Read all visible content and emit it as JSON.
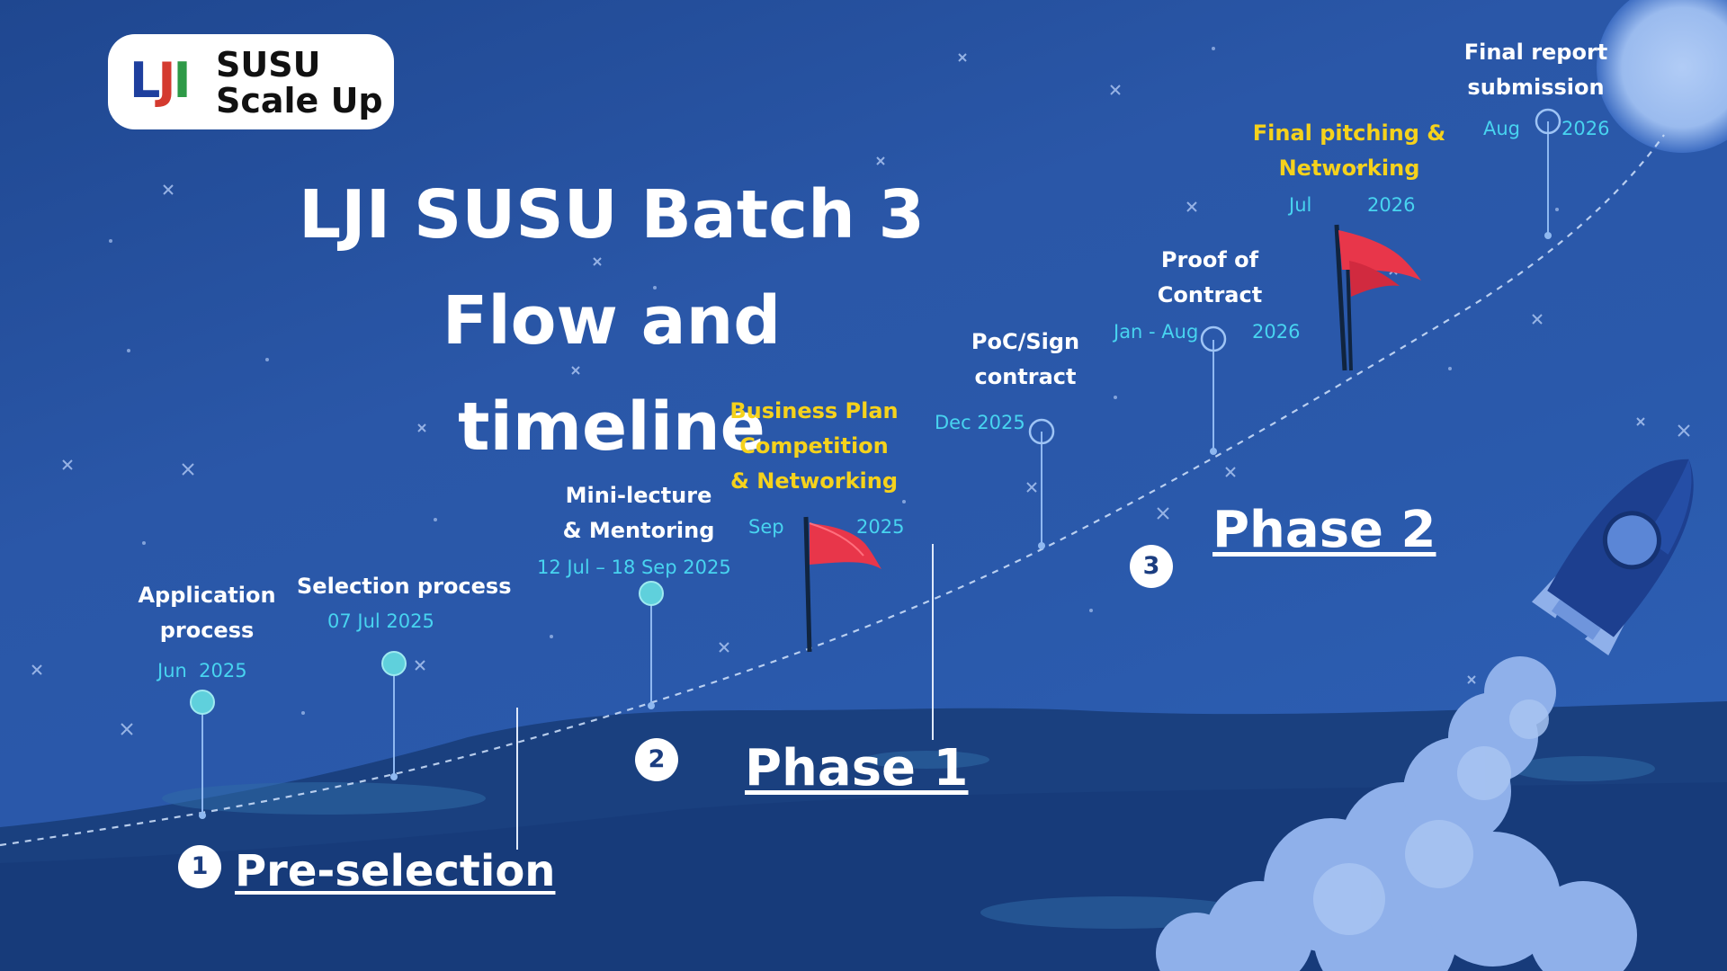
{
  "logo": {
    "mark_parts": [
      "L",
      "J",
      "I"
    ],
    "text_line1": "SUSU",
    "text_line2": "Scale Up"
  },
  "title": {
    "line1": "LJI SUSU Batch 3",
    "line2": "Flow and timeline"
  },
  "phases": [
    {
      "number": "1",
      "label": "Pre-selection"
    },
    {
      "number": "2",
      "label": "Phase 1"
    },
    {
      "number": "3",
      "label": "Phase 2"
    }
  ],
  "milestones": [
    {
      "label_line1": "Application",
      "label_line2": "process",
      "date_month": "Jun",
      "date_year": "2025"
    },
    {
      "label_line1": "Selection process",
      "date": "07 Jul 2025"
    },
    {
      "label_line1": "Mini-lecture",
      "label_line2": "& Mentoring",
      "date": "12 Jul – 18 Sep 2025"
    },
    {
      "label_line1": "Business Plan",
      "label_line2": "Competition",
      "label_line3": "& Networking",
      "date_month": "Sep",
      "date_year": "2025",
      "highlight": true
    },
    {
      "label_line1": "PoC/Sign",
      "label_line2": "contract",
      "date": "Dec 2025"
    },
    {
      "label_line1": "Proof of",
      "label_line2": "Contract",
      "date_month": "Jan - Aug",
      "date_year": "2026"
    },
    {
      "label_line1": "Final pitching &",
      "label_line2": "Networking",
      "date_month": "Jul",
      "date_year": "2026",
      "highlight": true
    },
    {
      "label_line1": "Final report",
      "label_line2": "submission",
      "date_month": "Aug",
      "date_year": "2026"
    }
  ],
  "colors": {
    "background": "#2a57a8",
    "ground": "#173b7a",
    "label_white": "#ffffff",
    "label_highlight": "#f5d21c",
    "date_cyan": "#48d4f0",
    "flag_red": "#e8364a",
    "smoke": "#8fb0ea",
    "moon": "#a8c6f5"
  },
  "icons": [
    "flag-icon",
    "rocket-icon",
    "moon-icon",
    "star-icon"
  ]
}
